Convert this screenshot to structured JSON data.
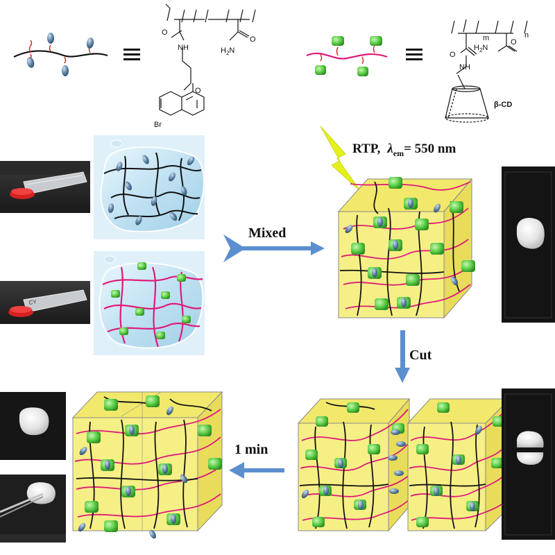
{
  "labels": {
    "rtp": "RTP,",
    "lambda": "λ",
    "lambda_sub": "em",
    "lambda_value": "= 550 nm",
    "mixed": "Mixed",
    "cut": "Cut",
    "one_min": "1 min",
    "vial_label": "CY"
  },
  "structure_left": {
    "amide_o": "O",
    "amide_nh": "NH",
    "ether_o": "O",
    "br": "Br",
    "h2n": "H",
    "h2n_sub": "2",
    "h2n_n": "N",
    "o2": "O"
  },
  "structure_right": {
    "m": "m",
    "n": "n",
    "h2n": "H",
    "h2n_sub": "2",
    "h2n_n": "N",
    "o1": "O",
    "o2": "O",
    "nh": "NH",
    "bcd": "β-CD"
  },
  "colors": {
    "pink_chain": "#e0197a",
    "black_chain": "#111111",
    "green_cd": "#5fd14a",
    "blue_guest": "#4f6f8c",
    "gel_yellow": "#f6ef86",
    "arrow_blue": "#5b8fd0",
    "lightning": "#e4f21a",
    "droplet_blue": "#bfe1f2"
  }
}
